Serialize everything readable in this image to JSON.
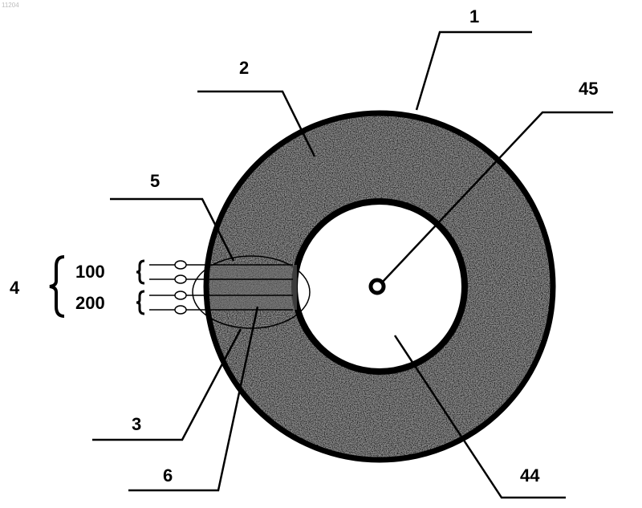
{
  "figure": {
    "corner_id": "11204",
    "labels": {
      "l1": "1",
      "l2": "2",
      "l3": "3",
      "l4": "4",
      "l5": "5",
      "l6": "6",
      "l44": "44",
      "l45": "45",
      "l100": "100",
      "l200": "200"
    },
    "colors": {
      "ink": "#000000",
      "annulus_fill": "#7a7a7a",
      "background": "#ffffff"
    }
  }
}
